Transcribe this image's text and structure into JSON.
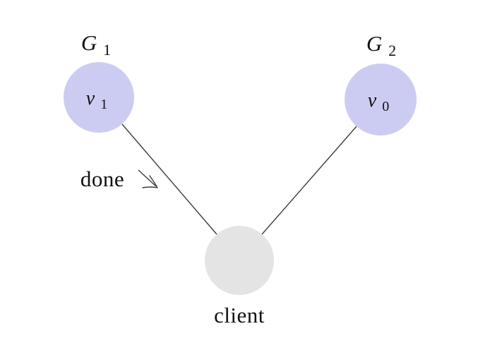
{
  "figure": {
    "background": "#ffffff",
    "groups": [
      {
        "id": "G1",
        "label_main": "G",
        "label_sub": "1"
      },
      {
        "id": "G2",
        "label_main": "G",
        "label_sub": "2"
      }
    ],
    "nodes": [
      {
        "id": "v1",
        "label_main": "v",
        "label_sub": "1",
        "fill": "#ccccf3"
      },
      {
        "id": "v0",
        "label_main": "v",
        "label_sub": "0",
        "fill": "#ccccf3"
      },
      {
        "id": "client",
        "label": "client",
        "fill": "#e4e4e4"
      }
    ],
    "edges": [
      {
        "from": "v1",
        "to": "client",
        "label": "done"
      },
      {
        "from": "v0",
        "to": "client",
        "label": ""
      }
    ],
    "colors": {
      "group_node_fill": "#ccccf3",
      "client_node_fill": "#e4e4e4",
      "edge_stroke": "#3c3c3c",
      "text": "#111111"
    }
  }
}
